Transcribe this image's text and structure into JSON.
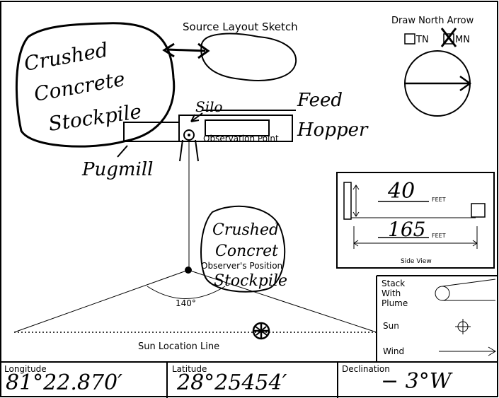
{
  "sketch": {
    "title": "Source Layout Sketch",
    "handwritten": {
      "stockpile_top": [
        "Crushed",
        "Concrete",
        "Stockpile"
      ],
      "silo": "Silo",
      "feed_hopper": [
        "Feed",
        "Hopper"
      ],
      "pugmill": "Pugmill",
      "stockpile_bottom": [
        "Crushed",
        "Concret",
        "Stockpile"
      ]
    },
    "observation_point": "Observation Point",
    "observer_position": "Observer's Position",
    "angle": "140°",
    "sun_location_line": "Sun Location Line"
  },
  "north_arrow": {
    "title": "Draw North Arrow",
    "options": [
      {
        "label": "TN",
        "checked": false
      },
      {
        "label": "MN",
        "checked": true
      }
    ]
  },
  "side_view": {
    "label": "Side View",
    "height_value": "40",
    "distance_value": "165",
    "unit": "FEET"
  },
  "legend": {
    "stack_label": [
      "Stack",
      "With",
      "Plume"
    ],
    "sun_label": "Sun",
    "wind_label": "Wind"
  },
  "fields": {
    "longitude_label": "Longitude",
    "longitude_value": "81°22.870′",
    "latitude_label": "Latitude",
    "latitude_value": "28°25454′",
    "declination_label": "Declination",
    "declination_value": "− 3°W"
  }
}
